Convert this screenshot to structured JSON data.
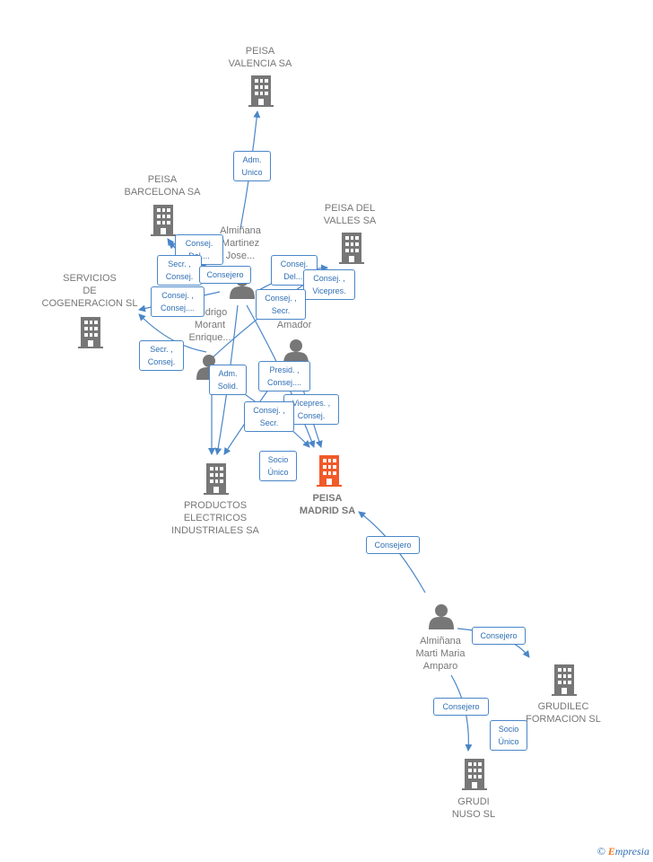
{
  "colors": {
    "edge": "#4a86c8",
    "company": "#777777",
    "main_company": "#f15a29",
    "person": "#777777"
  },
  "companies": {
    "peisa_valencia": "PEISA\nVALENCIA SA",
    "peisa_barcelona": "PEISA\nBARCELONA SA",
    "peisa_valles": "PEISA DEL\nVALLES SA",
    "servicios": "SERVICIOS\nDE\nCOGENERACION SL",
    "productos": "PRODUCTOS\nELECTRICOS\nINDUSTRIALES SA",
    "peisa_madrid": "PEISA\nMADRID SA",
    "grudilec": "GRUDILEC\nFORMACION SL",
    "grudi_nuso": "GRUDI\nNUSO SL"
  },
  "persons": {
    "almi_jose": "Almiñana\nMartinez\nJose...",
    "rodrigo": "Rodrigo\nMorant\nEnrique...",
    "amador": "...a\nAmador",
    "almi_maria": "Almiñana\nMarti Maria\nAmparo"
  },
  "relations": {
    "r1": "Adm.\nUnico",
    "r2": "Consej.\nDel....",
    "r3": "Secr. ,\nConsej.",
    "r4": "Consejero",
    "r5": "Consej. ,\nConsej....",
    "r6": "Secr. ,\nConsej.",
    "r7": "Consej.\nDel....",
    "r8": "Consej. ,\nVicepres.",
    "r9": "Consej. ,\nSecr.",
    "r10": "Adm.\nSolid.",
    "r11": "Presid. ,\nConsej....",
    "r12": "Vicepres. ,\nConsej.",
    "r13": "Consej. ,\nSecr.",
    "r14": "Socio\nÚnico",
    "r15": "Consejero",
    "r16": "Consejero",
    "r17": "Consejero",
    "r18": "Socio\nÚnico"
  },
  "footer": {
    "copyright": "©",
    "brand_first": "E",
    "brand_rest": "mpresia"
  }
}
